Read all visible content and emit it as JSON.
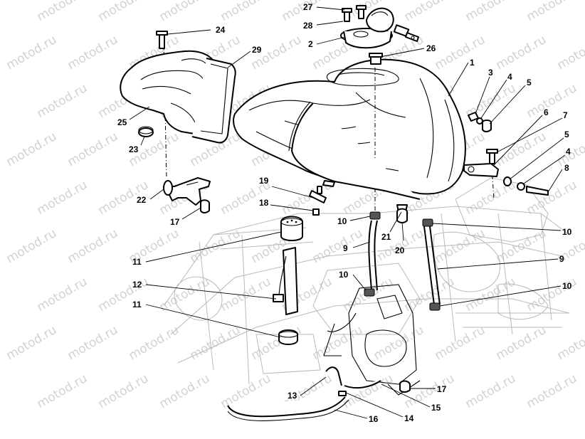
{
  "watermark": {
    "text": "motod.ru"
  },
  "callouts": [
    {
      "id": "c27",
      "text": "27"
    },
    {
      "id": "c28",
      "text": "28"
    },
    {
      "id": "c24",
      "text": "24"
    },
    {
      "id": "c2",
      "text": "2"
    },
    {
      "id": "c29",
      "text": "29"
    },
    {
      "id": "c26",
      "text": "26"
    },
    {
      "id": "c1",
      "text": "1"
    },
    {
      "id": "c3",
      "text": "3"
    },
    {
      "id": "c4a",
      "text": "4"
    },
    {
      "id": "c5a",
      "text": "5"
    },
    {
      "id": "c6",
      "text": "6"
    },
    {
      "id": "c7",
      "text": "7"
    },
    {
      "id": "c5b",
      "text": "5"
    },
    {
      "id": "c4b",
      "text": "4"
    },
    {
      "id": "c8",
      "text": "8"
    },
    {
      "id": "c25",
      "text": "25"
    },
    {
      "id": "c23",
      "text": "23"
    },
    {
      "id": "c22",
      "text": "22"
    },
    {
      "id": "c17a",
      "text": "17"
    },
    {
      "id": "c19",
      "text": "19"
    },
    {
      "id": "c18",
      "text": "18"
    },
    {
      "id": "c10a",
      "text": "10"
    },
    {
      "id": "c21",
      "text": "21"
    },
    {
      "id": "c20",
      "text": "20"
    },
    {
      "id": "c10b",
      "text": "10"
    },
    {
      "id": "c9a",
      "text": "9"
    },
    {
      "id": "c9b",
      "text": "9"
    },
    {
      "id": "c11a",
      "text": "11"
    },
    {
      "id": "c10c",
      "text": "10"
    },
    {
      "id": "c10d",
      "text": "10"
    },
    {
      "id": "c12",
      "text": "12"
    },
    {
      "id": "c11b",
      "text": "11"
    },
    {
      "id": "c17b",
      "text": "17"
    },
    {
      "id": "c13",
      "text": "13"
    },
    {
      "id": "c15",
      "text": "15"
    },
    {
      "id": "c14",
      "text": "14"
    },
    {
      "id": "c16",
      "text": "16"
    }
  ]
}
